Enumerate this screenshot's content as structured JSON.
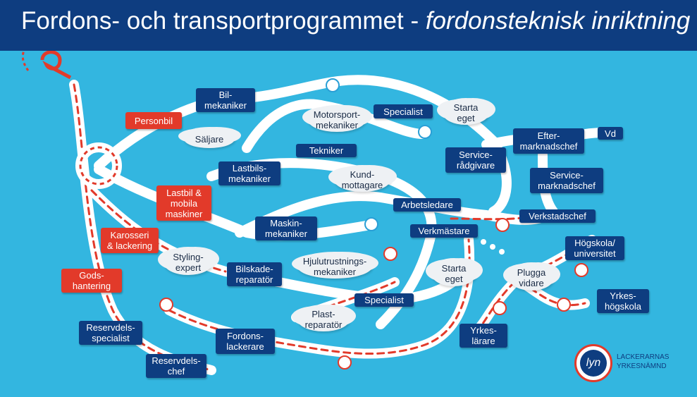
{
  "header": {
    "title_main": "Fordons- och transportprogrammet - ",
    "title_italic": "fordonsteknisk inriktning"
  },
  "boxes": {
    "bilmekaniker": "Bil-\nmekaniker",
    "personbil": "Personbil",
    "specialist_top": "Specialist",
    "tekniker": "Tekniker",
    "servicerådgivare": "Service-\nrådgivare",
    "eftermarknadschef": "Efter-\nmarknadschef",
    "vd": "Vd",
    "lastbilsmekaniker": "Lastbils-\nmekaniker",
    "lastbil_mobila": "Lastbil &\nmobila\nmaskiner",
    "servicemarknadschef": "Service-\nmarknadschef",
    "arbetsledare": "Arbetsledare",
    "verkstadschef": "Verkstadschef",
    "maskinmekaniker": "Maskin-\nmekaniker",
    "karosseri": "Karosseri\n& lackering",
    "verkmästare": "Verkmästare",
    "hogskola": "Högskola/\nuniversitet",
    "bilskadereparator": "Bilskade-\nreparatör",
    "godshantering": "Gods-\nhantering",
    "specialist_bottom": "Specialist",
    "yrkeshogskola": "Yrkes-\nhögskola",
    "reservdelsspecialist": "Reservdels-\nspecialist",
    "fordonslackerare": "Fordons-\nlackerare",
    "yrkeslarare": "Yrkes-\nlärare",
    "reservdelschef": "Reservdels-\nchef"
  },
  "clouds": {
    "motorsportmekaniker": "Motorsport-\nmekaniker",
    "starta_eget_top": "Starta\neget",
    "saljare": "Säljare",
    "kundmottagare": "Kund-\nmottagare",
    "stylingexpert": "Styling-\nexpert",
    "hjulutrustningsmekaniker": "Hjulutrustnings-\nmekaniker",
    "starta_eget_bottom": "Starta\neget",
    "plugga_vidare": "Plugga\nvidare",
    "plastreparator": "Plast-\nreparatör"
  },
  "logo": {
    "mark": "lyn",
    "text": "LACKERARNAS\nYRKESNÄMND"
  },
  "colors": {
    "background": "#33b6e0",
    "header": "#0e3d80",
    "box_blue": "#0e3d80",
    "box_red": "#e23a2a",
    "road": "#ffffff",
    "road_dash": "#e23a2a"
  }
}
